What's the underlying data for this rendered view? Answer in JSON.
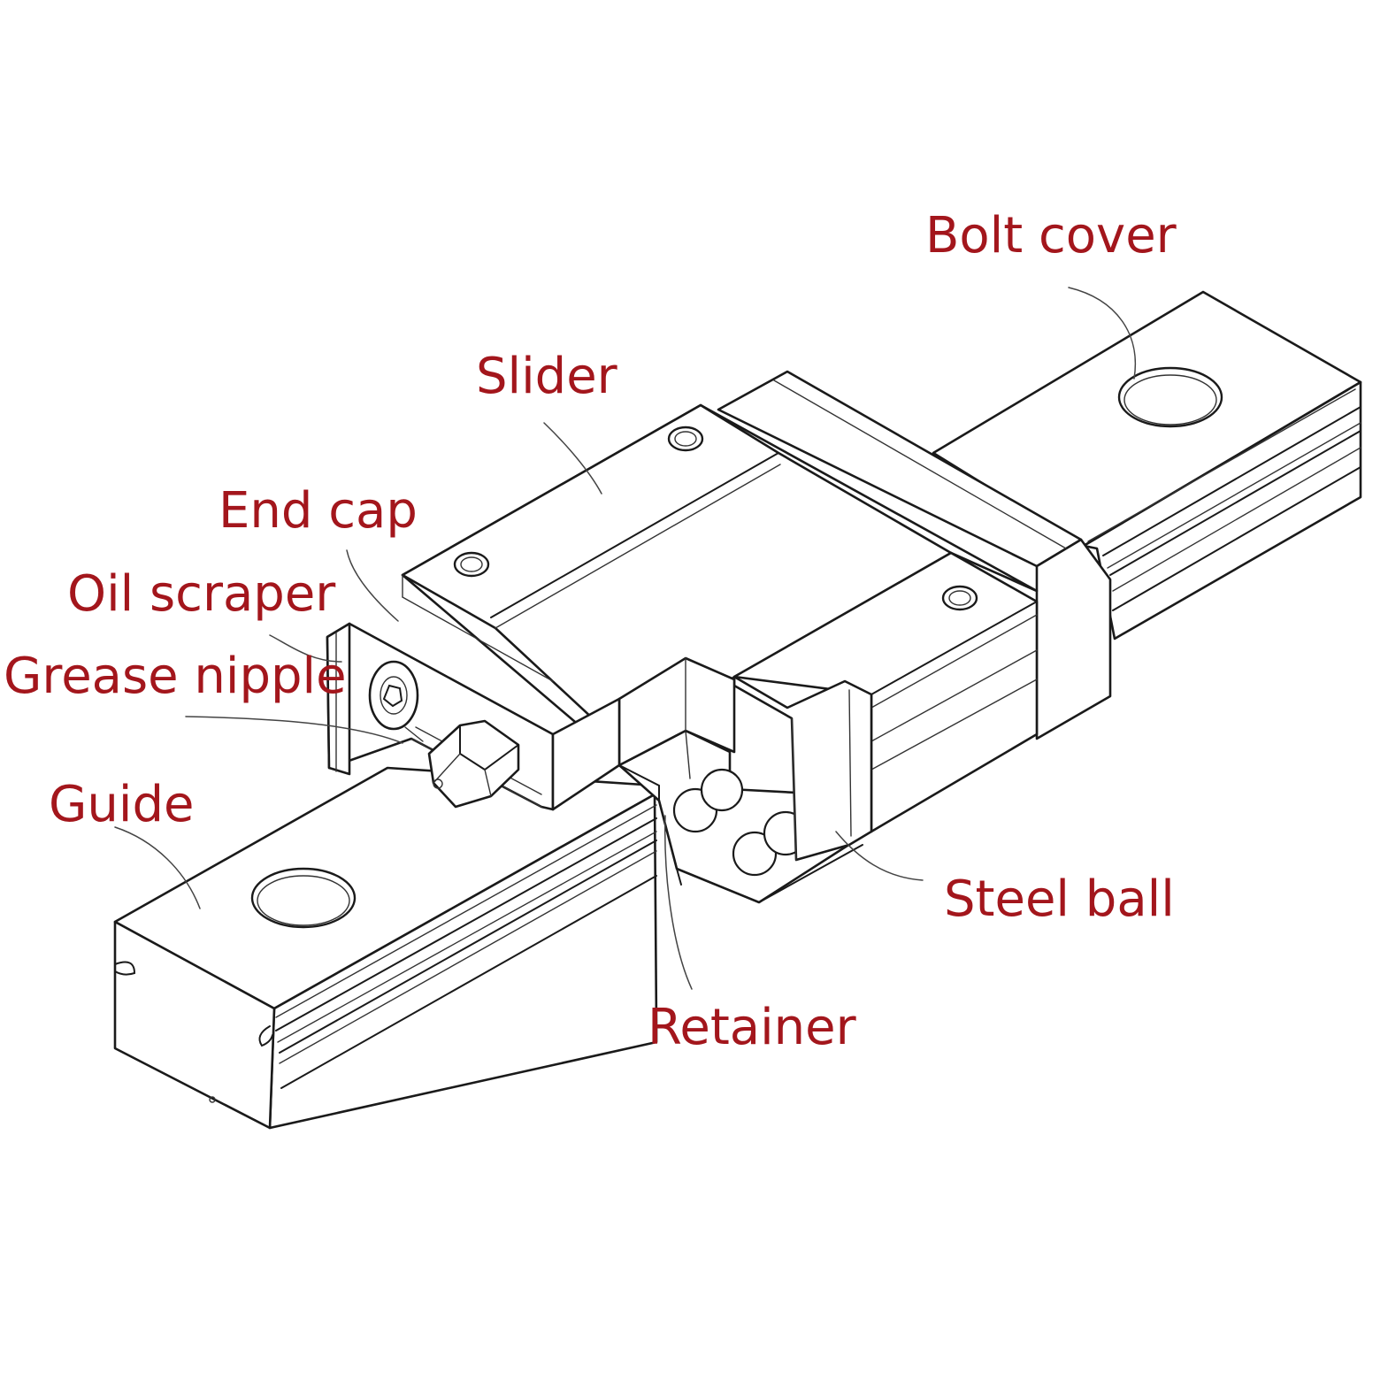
{
  "colors": {
    "label": "#a3161c",
    "outline": "#1a1a1a",
    "leader": "#444444",
    "background": "#ffffff"
  },
  "labels": {
    "bolt_cover": "Bolt cover",
    "slider": "Slider",
    "end_cap": "End cap",
    "oil_scraper": "Oil scraper",
    "grease_nipple": "Grease nipple",
    "guide": "Guide",
    "steel_ball": "Steel ball",
    "retainer": "Retainer"
  }
}
